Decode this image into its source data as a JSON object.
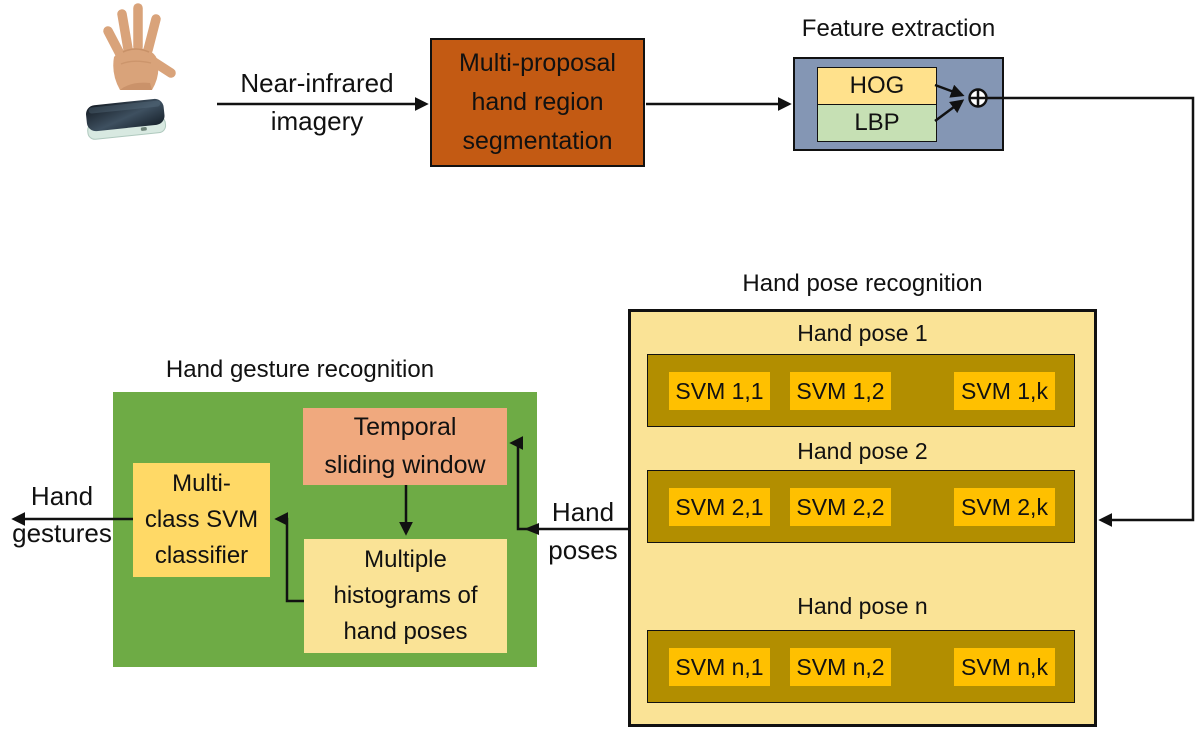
{
  "input": {
    "hand_icon": "hand-photo",
    "sensor_icon": "near-infrared-sensor",
    "label_top": "Near-infrared",
    "label_bottom": "imagery"
  },
  "segmentation": {
    "label": "Multi-proposal\nhand region\nsegmentation"
  },
  "feature_extraction": {
    "title": "Feature extraction",
    "hog": "HOG",
    "lbp": "LBP",
    "combine_icon": "circled-plus"
  },
  "pose_recognition": {
    "title": "Hand pose recognition",
    "groups": [
      {
        "label": "Hand pose 1",
        "svms": [
          "SVM 1,1",
          "SVM 1,2",
          "SVM 1,k"
        ]
      },
      {
        "label": "Hand pose 2",
        "svms": [
          "SVM 2,1",
          "SVM 2,2",
          "SVM 2,k"
        ]
      },
      {
        "label": "Hand pose n",
        "svms": [
          "SVM n,1",
          "SVM n,2",
          "SVM n,k"
        ]
      }
    ]
  },
  "pose_flow": {
    "label_top": "Hand",
    "label_bottom": "poses"
  },
  "gesture_recognition": {
    "title": "Hand gesture recognition",
    "temporal": "Temporal\nsliding window",
    "histograms": "Multiple\nhistograms of\nhand poses",
    "classifier": "Multi-\nclass SVM\nclassifier"
  },
  "output": {
    "label_top": "Hand",
    "label_bottom": "gestures"
  },
  "colors": {
    "segmentation_fill": "#C35A13",
    "feature_outer_fill": "#8496B4",
    "hog_fill": "#FFE18C",
    "lbp_fill": "#C6E0B4",
    "pose_outer_fill": "#FAE396",
    "pose_strip_fill": "#B28E00",
    "svm_fill": "#FFC000",
    "gesture_fill": "#6EAB45",
    "temporal_fill": "#F0A97E",
    "classifier_fill": "#FFD966",
    "histograms_fill": "#FAE396",
    "line_color": "#111111",
    "text_color": "#111111"
  }
}
